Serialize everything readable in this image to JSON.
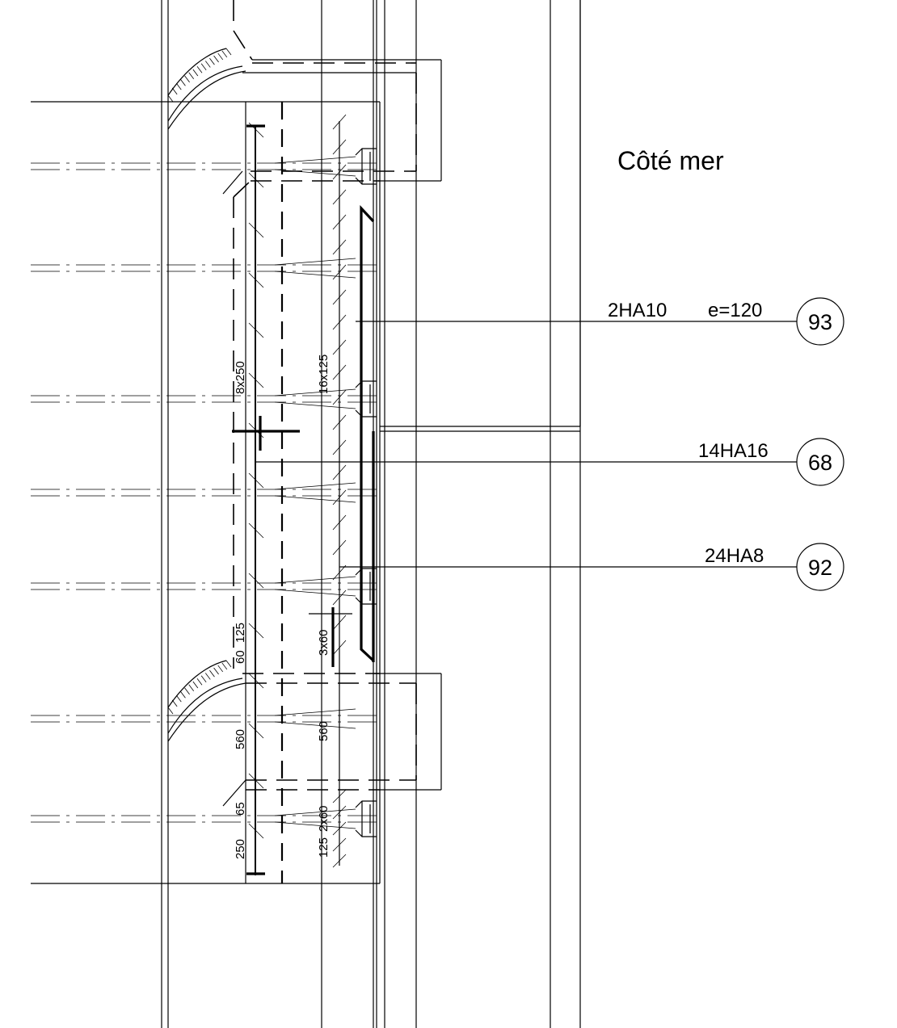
{
  "drawing": {
    "side_label": "Côté mer",
    "callouts": [
      {
        "id": "callout-93",
        "spec": "2HA10",
        "extra": "e=120",
        "mark": "93"
      },
      {
        "id": "callout-68",
        "spec": "14HA16",
        "extra": "",
        "mark": "68"
      },
      {
        "id": "callout-92",
        "spec": "24HA8",
        "extra": "",
        "mark": "92"
      }
    ],
    "dimensions": {
      "d_8x250": "8x250",
      "d_16x125": "16x125",
      "d_60": "60",
      "d_125a": "125",
      "d_3x60": "3x60",
      "d_560a": "560",
      "d_560b": "560",
      "d_65": "65",
      "d_250": "250",
      "d_125b": "125",
      "d_2x60": "2x60"
    }
  }
}
